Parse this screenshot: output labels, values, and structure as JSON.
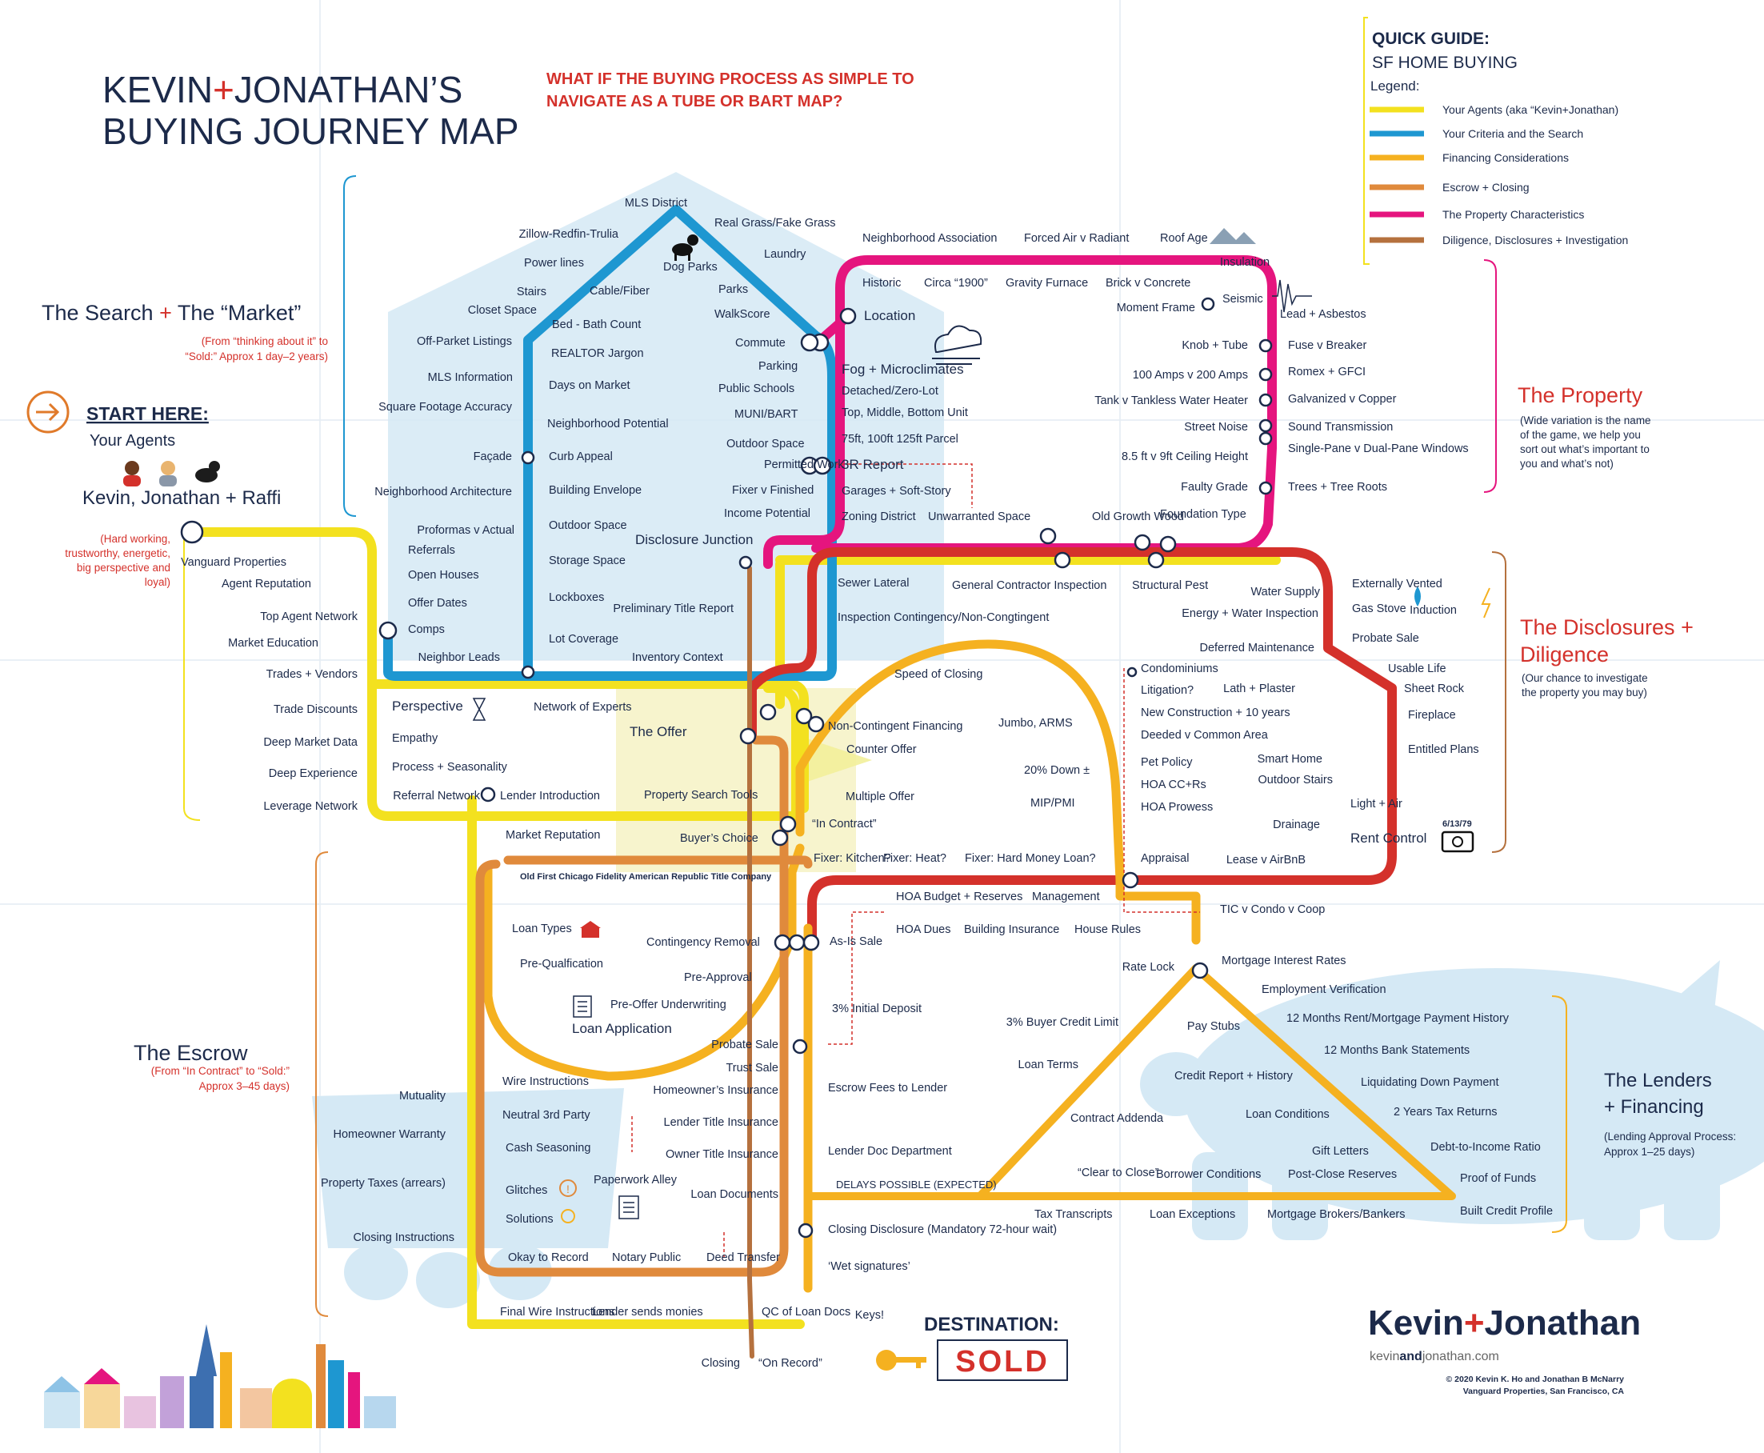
{
  "header": {
    "title_line1_a": "KEVIN",
    "title_plus": "+",
    "title_line1_b": "JONATHAN’S",
    "title_line2": "BUYING JOURNEY MAP",
    "subtitle_line1": "WHAT IF THE BUYING PROCESS AS SIMPLE TO",
    "subtitle_line2": "NAVIGATE AS A TUBE OR BART MAP?"
  },
  "legend": {
    "title": "QUICK GUIDE:",
    "subtitle": "SF HOME BUYING",
    "label": "Legend:",
    "items": [
      {
        "color": "#f3e11f",
        "text": "Your Agents (aka “Kevin+Jonathan)"
      },
      {
        "color": "#1e97d1",
        "text": "Your Criteria and the Search"
      },
      {
        "color": "#f5b120",
        "text": "Financing Considerations"
      },
      {
        "color": "#e08a3c",
        "text": "Escrow + Closing"
      },
      {
        "color": "#e5157e",
        "text": "The Property Characteristics"
      },
      {
        "color": "#b5713e",
        "text": "Diligence, Disclosures + Investigation"
      }
    ]
  },
  "sections": {
    "search_title_a": "The Search",
    "search_plus": "+",
    "search_title_b": "The “Market”",
    "search_note_1": "(From “thinking about it” to",
    "search_note_2": "“Sold:” Approx 1 day–2 years)",
    "start_here": "START HERE:",
    "your_agents": "Your Agents",
    "agents_names": "Kevin, Jonathan + Raffi",
    "agents_note": [
      "(Hard working,",
      "trustworthy, energetic,",
      "big perspective and",
      "loyal)"
    ],
    "property_title": "The Property",
    "property_note": [
      "(Wide variation is the name",
      "of the game, we help you",
      "sort out what’s important to",
      "you and what’s not)"
    ],
    "disclosures_title_1": "The Disclosures +",
    "disclosures_title_2": "Diligence",
    "disclosures_note": [
      "(Our chance to investigate",
      "the property you may buy)"
    ],
    "escrow_title": "The Escrow",
    "escrow_note_1": "(From “In Contract” to “Sold:”",
    "escrow_note_2": "Approx 3–45 days)",
    "lenders_title_1": "The Lenders",
    "lenders_title_2": "+ Financing",
    "lenders_note_1": "(Lending Approval Process:",
    "lenders_note_2": "Approx 1–25 days)"
  },
  "destination": {
    "label": "DESTINATION:",
    "sold": "SOLD"
  },
  "brand": {
    "name_a": "Kevin",
    "plus": "+",
    "name_b": "Jonathan",
    "url_a": "kevin",
    "url_b": "and",
    "url_c": "jonathan.com",
    "copyright_1": "© 2020 Kevin K. Ho and Jonathan B McNarry",
    "copyright_2": "Vanguard Properties, San Francisco, CA"
  },
  "badge_rent": "6/13/79",
  "stops_blue": [
    "MLS District",
    "Zillow-Redfin-Trulia",
    "Power lines",
    "Stairs",
    "Closet Space",
    "Off-Parket Listings",
    "MLS Information",
    "Square Footage Accuracy",
    "Façade",
    "Neighborhood Architecture",
    "Proformas v Actual",
    "Referrals",
    "Open Houses",
    "Offer Dates",
    "Comps",
    "Neighbor Leads",
    "Real Grass/Fake Grass",
    "Laundry",
    "Dog Parks",
    "Cable/Fiber",
    "Parks",
    "WalkScore",
    "Bed - Bath Count",
    "REALTOR Jargon",
    "Commute",
    "Days on Market",
    "Parking",
    "Public Schools",
    "MUNI/BART",
    "Neighborhood Potential",
    "Outdoor Space",
    "Curb Appeal",
    "Permitted Work",
    "Building Envelope",
    "Fixer v Finished",
    "Income Potential",
    "Outdoor Space",
    "Storage Space",
    "Lockboxes",
    "Lot Coverage",
    "Inventory Context"
  ],
  "stops_magenta": [
    "Neighborhood Association",
    "Forced Air v Radiant",
    "Roof Age",
    "Historic",
    "Circa “1900”",
    "Gravity Furnace",
    "Brick v Concrete",
    "Insulation",
    "Location",
    "Seismic",
    "Moment Frame",
    "Lead + Asbestos",
    "Knob + Tube",
    "Fuse v Breaker",
    "Fog + Microclimates",
    "100 Amps v 200 Amps",
    "Romex + GFCI",
    "Detached/Zero-Lot",
    "Tank v Tankless Water Heater",
    "Galvanized v Copper",
    "Top, Middle, Bottom Unit",
    "Street Noise",
    "Sound Transmission",
    "75ft, 100ft 125ft Parcel",
    "Single-Pane v Dual-Pane Windows",
    "8.5 ft v 9ft Ceiling Height",
    "3R Report",
    "Garages + Soft-Story",
    "Faulty Grade",
    "Trees + Tree Roots",
    "Zoning District",
    "Unwarranted Space",
    "Old Growth Wood",
    "Foundation Type"
  ],
  "stops_red": [
    "Disclosure Junction",
    "Sewer Lateral",
    "General Contractor Inspection",
    "Structural Pest",
    "Water Supply",
    "Externally Vented",
    "Gas Stove",
    "Induction",
    "Inspection Contingency/Non-Congtingent",
    "Energy + Water Inspection",
    "Probate Sale",
    "Deferred Maintenance",
    "Usable Life",
    "Lath + Plaster",
    "Sheet Rock",
    "Fireplace",
    "Entitled Plans",
    "Smart Home",
    "Outdoor Stairs",
    "Light + Air",
    "Drainage",
    "Rent Control",
    "Lease v AirBnB",
    "Preliminary Title Report"
  ],
  "stops_yellow": [
    "Vanguard Properties",
    "Agent Reputation",
    "Top Agent Network",
    "Market Education",
    "Trades + Vendors",
    "Trade Discounts",
    "Deep Market Data",
    "Deep Experience",
    "Leverage Network",
    "Perspective",
    "Empathy",
    "Process + Seasonality",
    "Referral Network",
    "Network of Experts",
    "Lender Introduction",
    "Market Reputation",
    "Property Search Tools",
    "Buyer’s Choice",
    "“In Contract”",
    "Multiple Offer",
    "Counter Offer",
    "Non-Contingent Financing",
    "The Offer",
    "Speed of Closing",
    "Jumbo, ARMS",
    "20% Down ±",
    "MIP/PMI"
  ],
  "stops_orange": [
    "Condominiums",
    "Litigation?",
    "New Construction + 10 years",
    "Deeded v Common Area",
    "Pet Policy",
    "HOA CC+Rs",
    "HOA Prowess",
    "Appraisal",
    "Fixer: Kitchen?",
    "Fixer: Heat?",
    "Fixer: Hard Money Loan?",
    "HOA Budget + Reserves",
    "Management",
    "HOA Dues",
    "Building Insurance",
    "House Rules",
    "TIC v Condo v Coop",
    "As-Is Sale",
    "Rate Lock",
    "Mortgage Interest Rates",
    "Employment Verification",
    "Pay Stubs",
    "12 Months Rent/Mortgage Payment History",
    "3% Initial Deposit",
    "3% Buyer Credit Limit",
    "12 Months Bank Statements",
    "Loan Terms",
    "Credit Report + History",
    "Liquidating Down Payment",
    "Contract Addenda",
    "Loan Conditions",
    "2 Years Tax Returns",
    "Gift Letters",
    "Debt-to-Income Ratio",
    "“Clear to Close”",
    "Borrower Conditions",
    "Post-Close Reserves",
    "Proof of Funds",
    "Tax Transcripts",
    "Loan Exceptions",
    "Mortgage Brokers/Bankers",
    "Built Credit Profile",
    "DELAYS POSSIBLE (EXPECTED)",
    "Loan Types",
    "Contingency Removal",
    "Pre-Qualfication",
    "Pre-Approval",
    "Pre-Offer Underwriting",
    "Loan Application"
  ],
  "stops_escrow": [
    "Old First Chicago Fidelity American Republic Title Company",
    "Mutuality",
    "Homeowner Warranty",
    "Property Taxes (arrears)",
    "Closing Instructions",
    "Wire Instructions",
    "Neutral 3rd Party",
    "Cash Seasoning",
    "Glitches",
    "Solutions",
    "Paperwork Alley",
    "Probate Sale",
    "Trust Sale",
    "Homeowner’s Insurance",
    "Lender Title Insurance",
    "Owner Title Insurance",
    "Loan Documents",
    "Escrow Fees to Lender",
    "Lender Doc Department",
    "Closing Disclosure (Mandatory 72-hour wait)",
    "‘Wet signatures’",
    "Okay to Record",
    "Notary Public",
    "Deed Transfer",
    "Final Wire Instructions",
    "Lender sends monies",
    "QC of Loan Docs",
    "Keys!",
    "Closing",
    "“On Record”"
  ],
  "colors": {
    "blue": "#1e97d1",
    "magenta": "#e5157e",
    "red": "#d4312b",
    "yellow": "#f3e11f",
    "orange": "#f5b120",
    "escrow": "#e08a3c",
    "brown": "#b5713e",
    "navy": "#1c2a4a",
    "lightblue": "#cfe6f3"
  },
  "icons": [
    "arrow-right-circle-icon",
    "dog-icon",
    "fog-cloud-icon",
    "mountain-icon",
    "seismograph-icon",
    "bank-icon",
    "document-icon",
    "key-icon",
    "alert-icon",
    "lightbulb-icon",
    "flame-icon",
    "lightning-icon",
    "money-icon",
    "hourglass-icon"
  ]
}
